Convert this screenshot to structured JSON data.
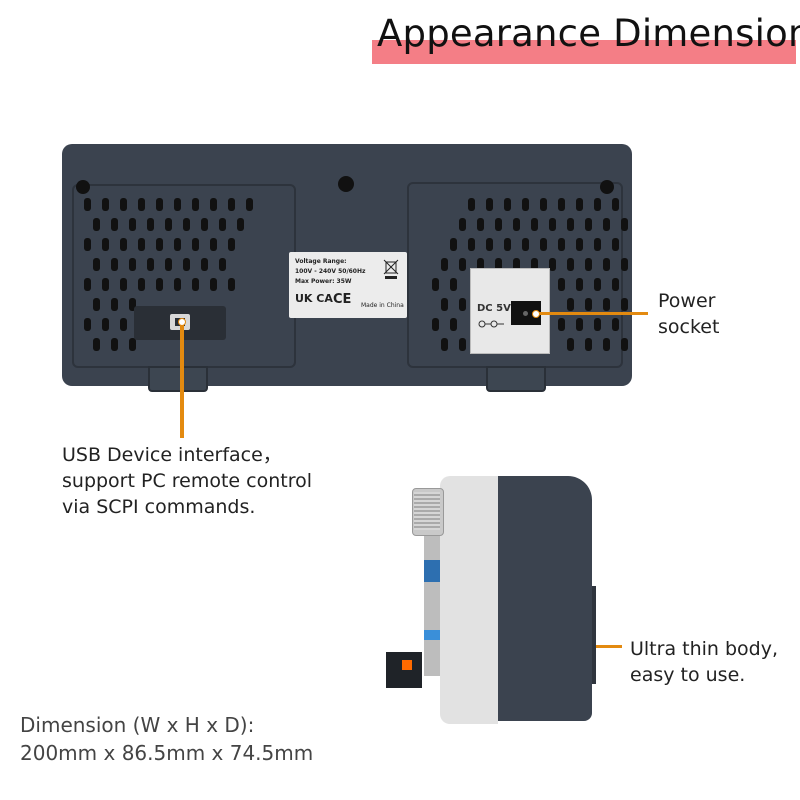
{
  "title": "Appearance Dimension",
  "colors": {
    "title_highlight": "#f47e86",
    "callout": "#e38a10",
    "device_body": "#3b434f"
  },
  "label_plate": {
    "line1": "Voltage Range:",
    "line2": "100V - 240V   50/60Hz",
    "line3": "Max Power: 35W",
    "mark_ukca": "UK CA",
    "mark_ce": "CE",
    "made_in": "Made in China"
  },
  "dc_label": "DC 5V",
  "callouts": {
    "power": [
      "Power",
      "socket"
    ],
    "usb": [
      "USB Device interface，",
      "support PC remote control",
      "via SCPI commands."
    ],
    "thin": [
      "Ultra thin body,",
      "easy to use."
    ]
  },
  "dimension": {
    "label": "Dimension (W x H x D):",
    "value": "200mm x 86.5mm x 74.5mm"
  },
  "icons": [
    "weee-bin-icon",
    "dc-polarity-icon"
  ]
}
